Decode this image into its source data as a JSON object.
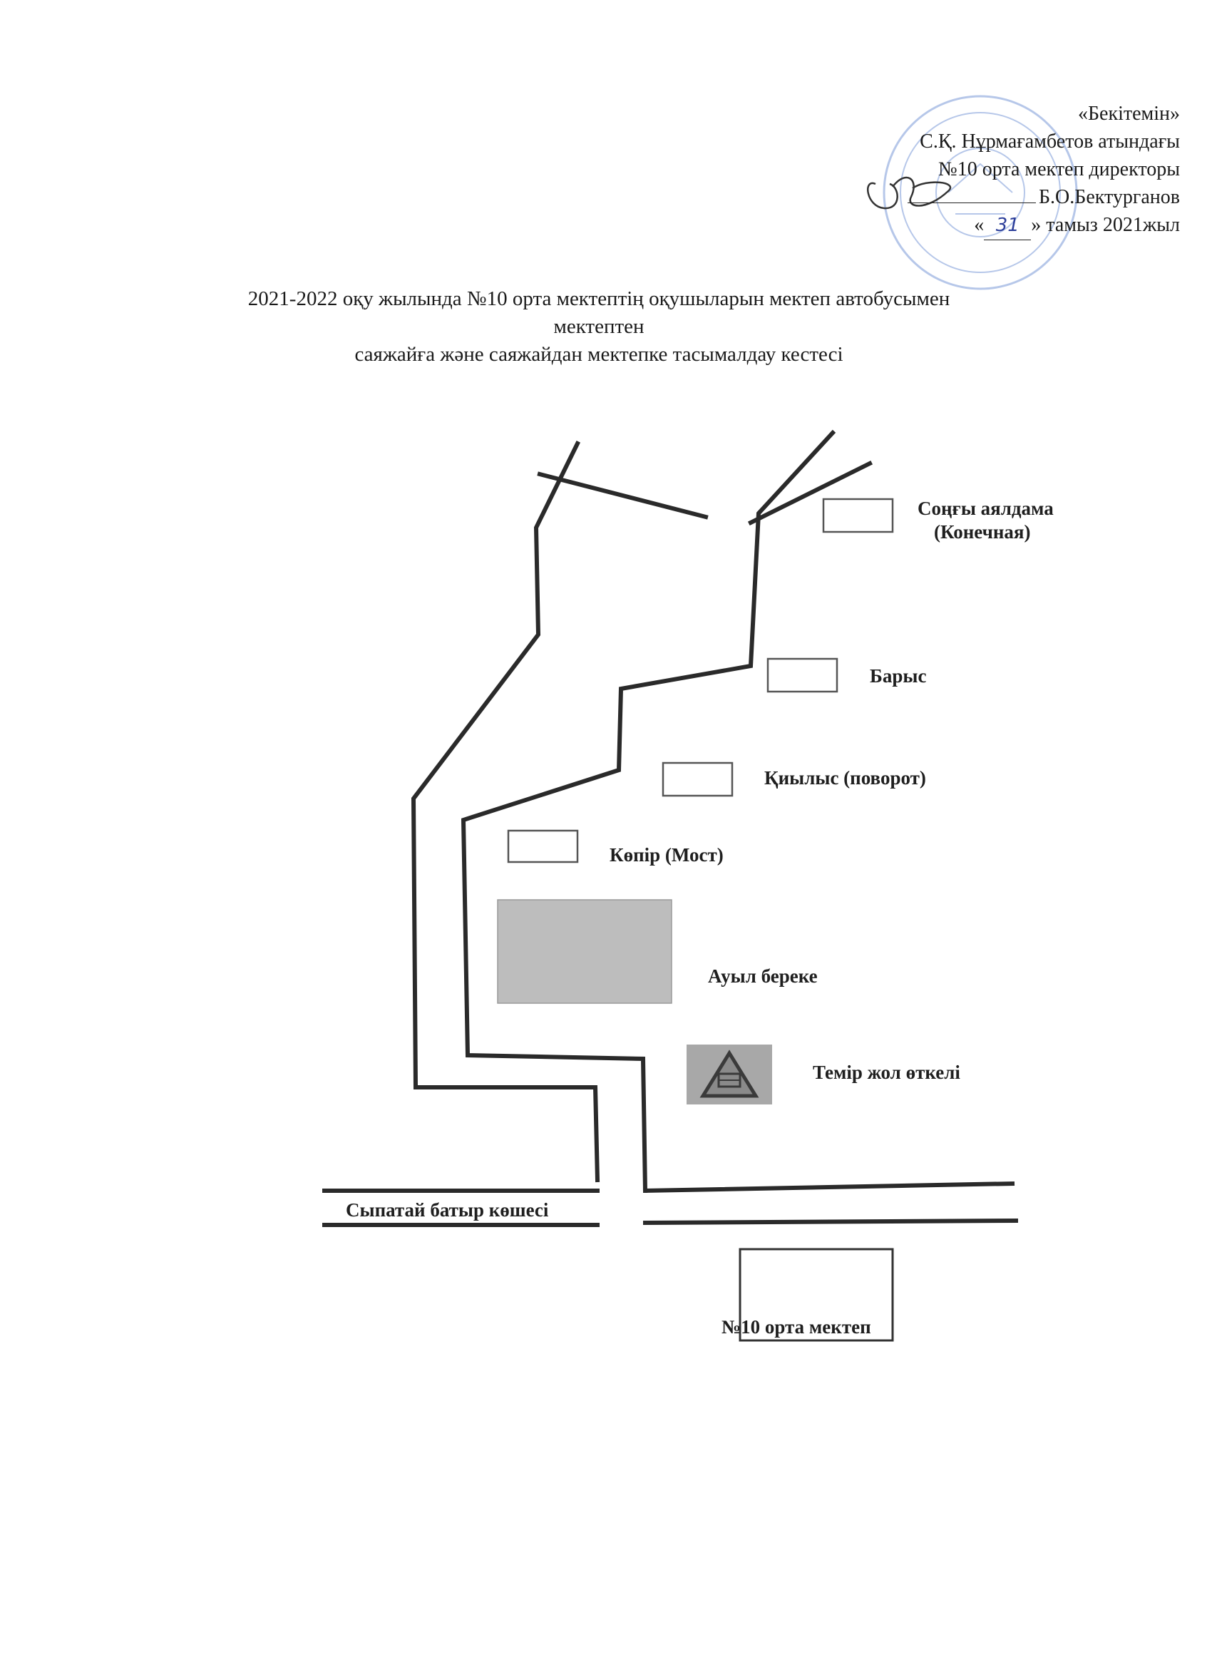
{
  "approval": {
    "heading": "«Бекітемін»",
    "line1": "С.Қ. Нұрмағамбетов атындағы",
    "line2": "№10 орта мектеп директоры",
    "signer": "Б.О.Бектурганов",
    "date_open": "«",
    "date_day": "31",
    "date_rest": "» тамыз 2021жыл"
  },
  "title": {
    "line1": "2021-2022 оқу жылында №10 орта мектептің оқушыларын мектеп автобусымен мектептен",
    "line2": "саяжайға және саяжайдан  мектепке тасымалдау кестесі"
  },
  "map": {
    "stops": {
      "last_stop": "Соңғы аялдама",
      "last_stop_ru": "(Конечная)",
      "barys": "Барыс",
      "turn": "Қиылыс (поворот)",
      "bridge": "Көпір (Мост)"
    },
    "village": "Ауыл береке",
    "rail_crossing": "Темір жол өткелі",
    "street": "Сыпатай батыр көшесі",
    "school": "№10 орта мектеп"
  },
  "colors": {
    "road": "#2a2a2a",
    "village_fill": "#bdbdbd",
    "stop_border": "#555555",
    "stamp": "#7c9ad8"
  },
  "icons": [
    "railway-crossing-icon",
    "stamp-seal",
    "signature"
  ]
}
